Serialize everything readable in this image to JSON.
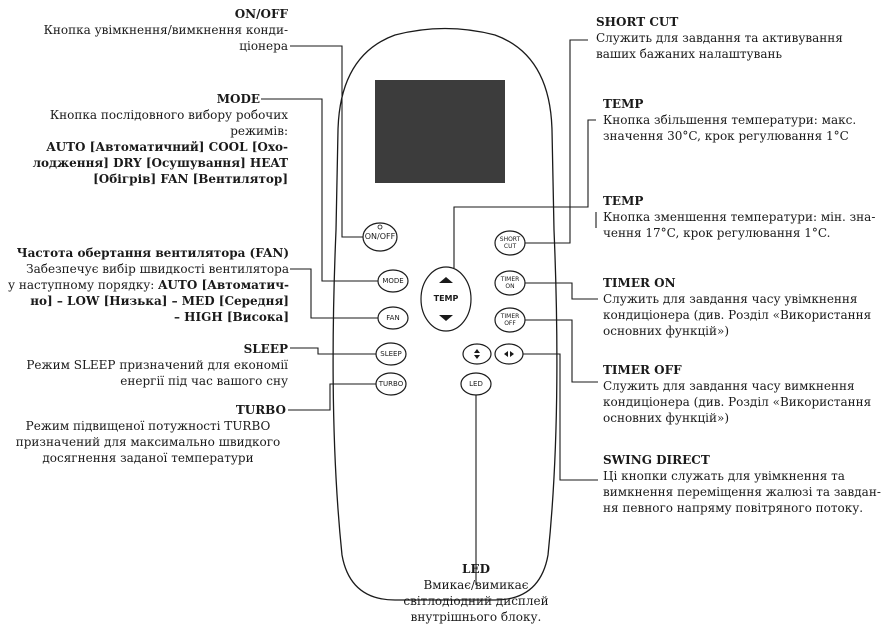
{
  "callouts": {
    "onoff": {
      "title": "ON/OFF",
      "desc_lines": [
        "Кнопка увімкнення/вимкнення конди-",
        "ціонера"
      ]
    },
    "mode": {
      "title": "MODE",
      "desc_lines": [
        "Кнопка послідовного вибору робочих",
        "режимів:"
      ],
      "bold_lines": [
        "AUTO [Автоматичний] COOL [Охо-",
        "лодження] DRY [Осушування] HEAT",
        "[Обігрів] FAN [Вентилятор]"
      ]
    },
    "fan": {
      "title": "Частота обертання вентилятора (FAN)",
      "line1": "Забезпечує вибір швидкості вентилятора",
      "line2_plain": "у наступному порядку: ",
      "line2_bold": "AUTO [Автоматич-",
      "bold_lines": [
        "но] – LOW [Низька] – MED [Середня]",
        "– HIGH [Висока]"
      ]
    },
    "sleep": {
      "title": "SLEEP",
      "desc_lines": [
        "Режим SLEEP призначений для економії",
        "енергії під час вашого сну"
      ]
    },
    "turbo": {
      "title": "TURBO",
      "desc_lines": [
        "Режим підвищеної потужності  TURBO",
        "призначений для максимально швидкого",
        "досягнення заданої температури"
      ]
    },
    "shortcut": {
      "title": "SHORT CUT",
      "desc_lines": [
        "Служить для завдання та активування",
        "ваших бажаних налаштувань"
      ]
    },
    "temp_up": {
      "title": "TEMP",
      "desc_lines": [
        "Кнопка збільшення температури: макс.",
        "значення 30°C, крок регулювання 1°C"
      ]
    },
    "temp_down": {
      "title": "TEMP",
      "desc_lines": [
        "Кнопка зменшення температури: мін. зна-",
        "чення  17°C, крок регулювання 1°C."
      ]
    },
    "timer_on": {
      "title": "TIMER ON",
      "desc_lines": [
        "Служить для завдання часу увімкнення",
        "кондиціонера (див. Розділ «Використання",
        "основних функцій»)"
      ]
    },
    "timer_off": {
      "title": "TIMER OFF",
      "desc_lines": [
        "Служить для завдання часу вимкнення",
        "кондиціонера (див. Розділ «Використання",
        "основних функцій»)"
      ]
    },
    "swing": {
      "title": "SWING DIRECT",
      "desc_lines": [
        "Ці кнопки служать для увімкнення та",
        "вимкнення переміщення жалюзі та завдан-",
        "ня певного напряму повітряного потоку."
      ]
    },
    "led": {
      "title": "LED",
      "desc_lines": [
        "Вмикає/вимикає",
        "світлодіодний дисплей",
        "внутрішнього блоку."
      ]
    }
  },
  "remote": {
    "onoff_label": "ON/OFF",
    "mode_label": "MODE",
    "fan_label": "FAN",
    "sleep_label": "SLEEP",
    "turbo_label": "TURBO",
    "temp_label": "TEMP",
    "led_label": "LED",
    "short_label_1": "SHORT",
    "short_label_2": "CUT",
    "timer_on_label_1": "TIMER",
    "timer_on_label_2": "ON",
    "timer_off_label_1": "TIMER",
    "timer_off_label_2": "OFF"
  }
}
